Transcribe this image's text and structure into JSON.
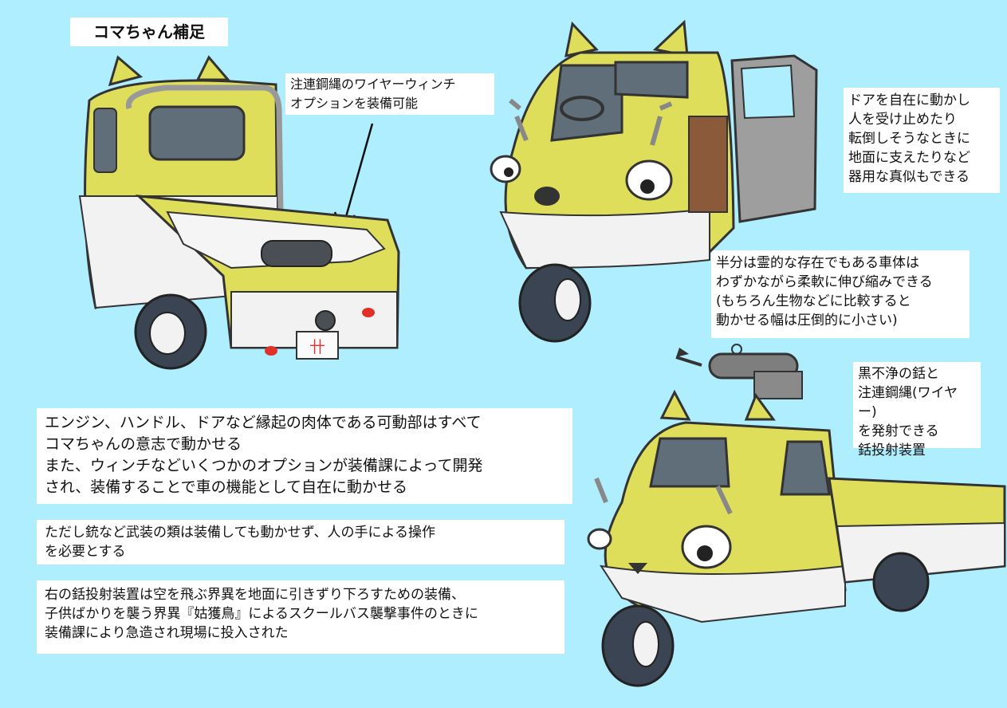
{
  "title": "コマちゃん補足",
  "notes": {
    "winch": "注連鋼縄のワイヤーウィンチ\nオプションを装備可能",
    "door": "ドアを自在に動かし\n人を受け止めたり\n転倒しそうなときに\n地面に支えたりなど\n器用な真似もできる",
    "body_flex": "半分は霊的な存在でもある車体は\nわずかながら柔軟に伸び縮みできる\n(もちろん生物などに比較すると\n動かせる幅は圧倒的に小さい)",
    "harpoon": "黒不浄の銛と\n注連鋼縄(ワイヤー)\nを発射できる\n銛投射装置",
    "movable_parts": "エンジン、ハンドル、ドアなど縁起の肉体である可動部はすべて\nコマちゃんの意志で動かせる\nまた、ウィンチなどいくつかのオプションが装備課によって開発\nされ、装備することで車の機能として自在に動かせる",
    "weapons": "ただし銃など武装の類は装備しても動かせず、人の手による操作\nを必要とする",
    "incident": "右の銛投射装置は空を飛ぶ界異を地面に引きずり下ろすための装備、\n子供ばかりを襲う界異『姑獲鳥』によるスクールバス襲撃事件のときに\n装備課により急造され現場に投入された"
  },
  "plate_symbol": "卄",
  "colors": {
    "background": "#aeeefe",
    "body_yellow": "#dede5a",
    "body_white": "#f2f2f2",
    "tire": "#3a4452",
    "window": "#5f6e78",
    "lamp": "#e0302a"
  }
}
